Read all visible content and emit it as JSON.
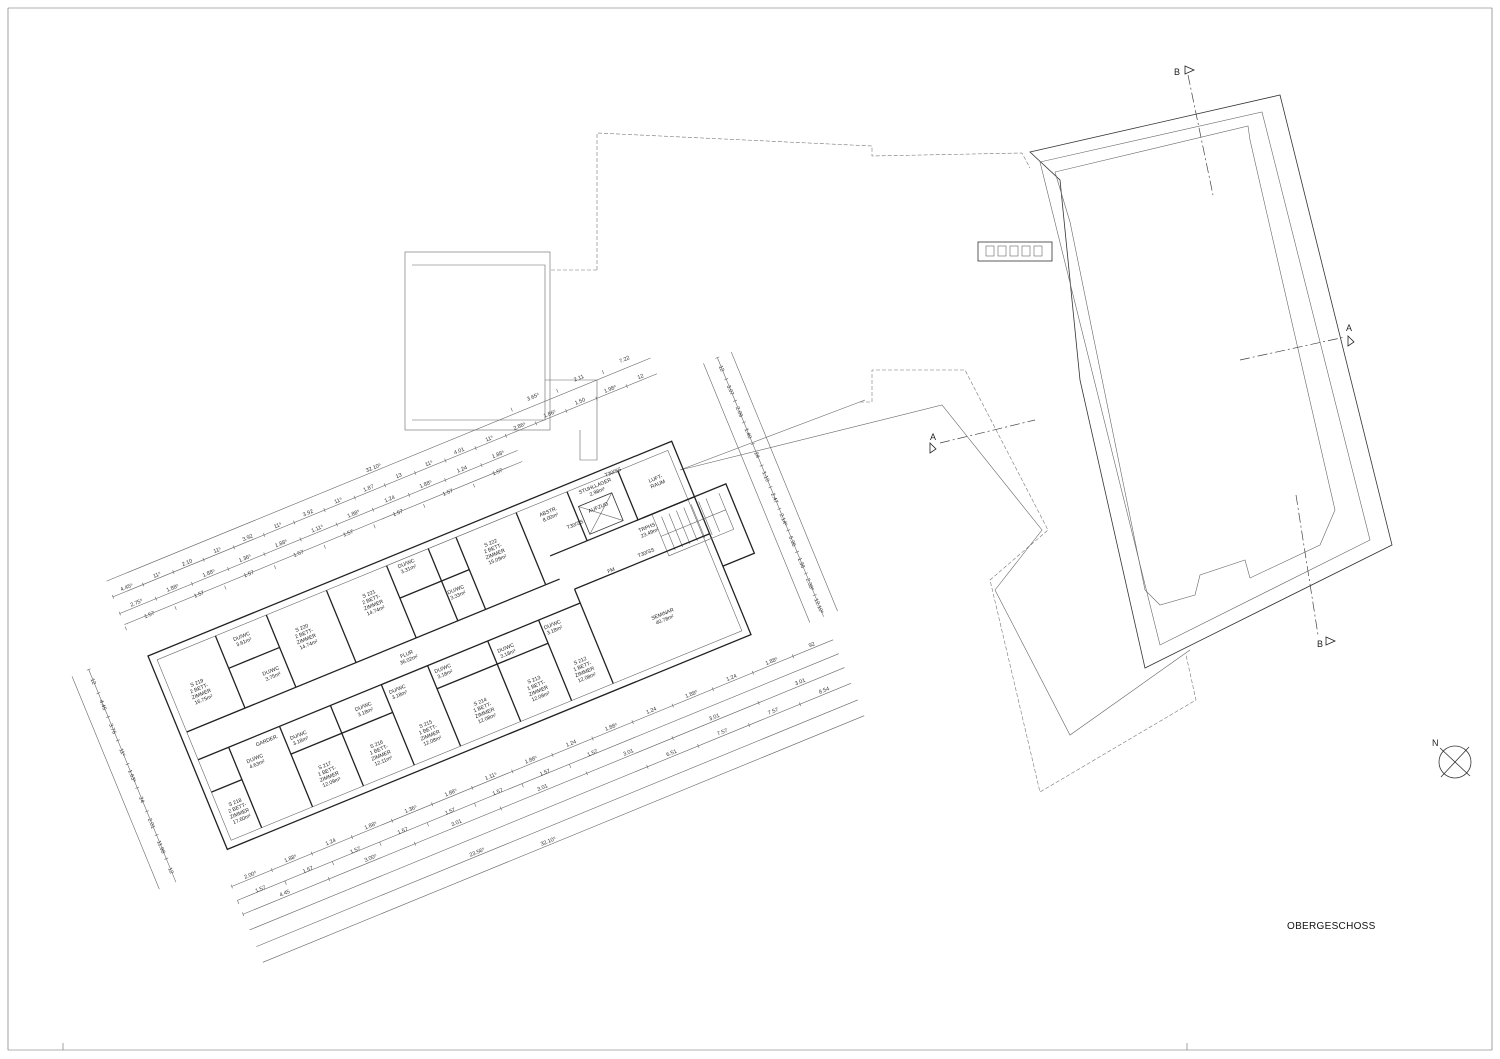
{
  "title": "OBERGESCHOSS",
  "north_label": "N",
  "section_markers": {
    "a_left": "A",
    "a_right": "A",
    "b_top": "B",
    "b_bottom": "B"
  },
  "rooms": {
    "s219": {
      "no": "S 219",
      "l1": "2 BETT-",
      "l2": "ZIMMER",
      "area": "16.75m²"
    },
    "s220": {
      "no": "S 220",
      "l1": "2 BETT-",
      "l2": "ZIMMER",
      "area": "14.74m²"
    },
    "s221": {
      "no": "S 221",
      "l1": "2 BETT-",
      "l2": "ZIMMER",
      "area": "14.74m²"
    },
    "s222": {
      "no": "S 222",
      "l1": "2 BETT-",
      "l2": "ZIMMER",
      "area": "15.09m²"
    },
    "s218": {
      "no": "S 218",
      "l1": "2 BETT-",
      "l2": "ZIMMER",
      "area": "17.60m²"
    },
    "s217": {
      "no": "S 217",
      "l1": "1 BETT-",
      "l2": "ZIMMER",
      "area": "12.09m²"
    },
    "s216": {
      "no": "S 216",
      "l1": "1 BETT-",
      "l2": "ZIMMER",
      "area": "12.11m²"
    },
    "s215": {
      "no": "S 215",
      "l1": "1 BETT-",
      "l2": "ZIMMER",
      "area": "12.08m²"
    },
    "s214": {
      "no": "S 214",
      "l1": "1 BETT-",
      "l2": "ZIMMER",
      "area": "12.08m²"
    },
    "s213": {
      "no": "S 213",
      "l1": "1 BETT-",
      "l2": "ZIMMER",
      "area": "12.08m²"
    },
    "s212": {
      "no": "S 212",
      "l1": "1 BETT-",
      "l2": "ZIMMER",
      "area": "12.08m²"
    },
    "flur": {
      "no": "FLUR",
      "area": "36.02m²"
    },
    "abstr": {
      "no": "ABSTR.",
      "area": "8.00m²"
    },
    "stuhllager": {
      "no": "STUHLLAGER",
      "area": "2.98m²"
    },
    "aufzug": {
      "no": "AUFZUG"
    },
    "trphs": {
      "no": "TRPHS.",
      "area": "23.49m²"
    },
    "luftraum": {
      "l1": "LUFT-",
      "l2": "RAUM"
    },
    "seminar": {
      "no": "SEMINAR",
      "area": "40.78m²"
    },
    "garder": {
      "no": "GARDER."
    },
    "fm": {
      "no": "FM"
    },
    "wc": [
      {
        "no": "DU/WC",
        "area": "3.61m²"
      },
      {
        "no": "DU/WC",
        "area": "3.75m²"
      },
      {
        "no": "DU/WC",
        "area": "3.31m²"
      },
      {
        "no": "DU/WC",
        "area": "3.33m²"
      },
      {
        "no": "DU/WC",
        "area": "4.63m²"
      },
      {
        "no": "DU/WC",
        "area": "3.18m²"
      },
      {
        "no": "DU/WC",
        "area": "3.18m²"
      },
      {
        "no": "DU/WC",
        "area": "3.18m²"
      },
      {
        "no": "DU/WC",
        "area": "3.18m²"
      },
      {
        "no": "DU/WC",
        "area": "3.18m²"
      },
      {
        "no": "DU/WC",
        "area": "3.18m²"
      }
    ],
    "door_t30": "T30/SS"
  },
  "dimensions": {
    "top_total": "32.10⁵",
    "top_chain1": [
      "4.45⁵",
      "11⁵",
      "2.10",
      "11⁵",
      "3.92",
      "11⁵",
      "3.92",
      "11⁵",
      "1.87",
      "13",
      "11⁵",
      "4.01",
      "11⁵",
      "2.86⁵",
      "1.86⁵",
      "1.50",
      "1.98⁵",
      "12"
    ],
    "top_chain2": [
      "2.75⁵",
      "1.88⁵",
      "1.88⁵",
      "1.36⁵",
      "1.88⁵",
      "1.11⁵",
      "1.88⁵",
      "1.24",
      "1.88⁵",
      "1.24",
      "1.88⁵"
    ],
    "top_chain3": [
      "1.57",
      "1.57",
      "1.57",
      "1.57",
      "1.57",
      "1.57",
      "1.57",
      "1.57"
    ],
    "top_right": [
      "3.65⁵",
      "2.11",
      "7.22"
    ],
    "bottom_total": "32.10⁵",
    "bottom_sub": "23.56⁵",
    "bottom_right": [
      "6.51",
      "7.57",
      "7.57",
      "8.54"
    ],
    "bottom_chain1": [
      "2.00⁵",
      "1.88⁵",
      "1.24",
      "1.88⁵",
      "1.36⁵",
      "1.88⁵",
      "1.11⁵",
      "1.88⁵",
      "1.24",
      "1.88⁵",
      "1.24",
      "1.88⁵",
      "1.24",
      "1.88⁵",
      "92"
    ],
    "bottom_chain2": [
      "1.57",
      "1.57",
      "1.57",
      "1.57",
      "1.57",
      "1.57",
      "1.57",
      "1.57"
    ],
    "bottom_chain3": [
      "4.45",
      "3.00⁵",
      "3.01",
      "3.01",
      "3.01",
      "3.01",
      "3.01"
    ],
    "left_chain": [
      "12",
      "4.45",
      "3.76",
      "11⁵",
      "1.63⁵",
      "24",
      "2.01",
      "11.98",
      "12"
    ],
    "right_chain": [
      "12",
      "3.07",
      "2.09",
      "1.40",
      "24",
      "1.10",
      "2.47",
      "2.14⁵",
      "5.36",
      "1.38",
      "2.38⁵",
      "12.10⁵"
    ]
  },
  "colors": {
    "line": "#333333",
    "background": "#ffffff"
  }
}
